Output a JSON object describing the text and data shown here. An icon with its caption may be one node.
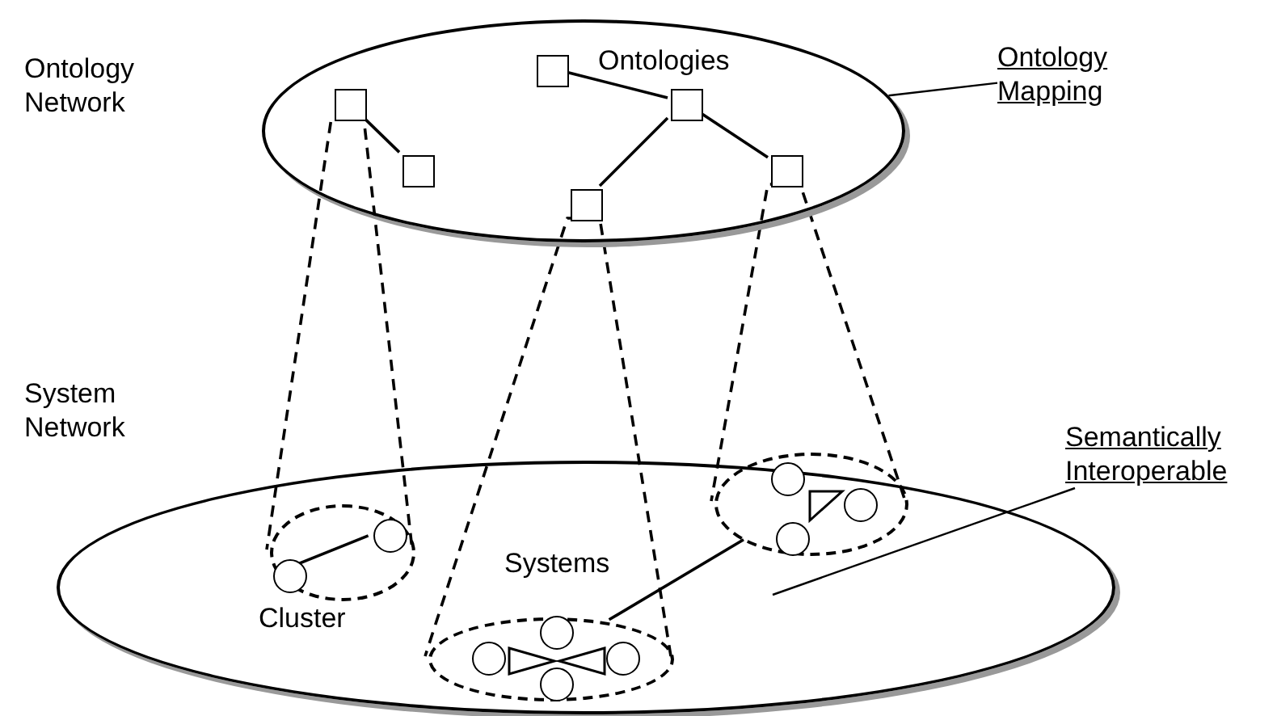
{
  "diagram": {
    "nodes": [
      {
        "text": [
          "Ontologies"
        ]
      },
      {
        "text": [],
        "shape": "box",
        "in": 0
      },
      {
        "text": [],
        "shape": "box",
        "in": 0
      },
      {
        "text": [],
        "shape": "box",
        "in": 0
      },
      {
        "text": [],
        "shape": "box",
        "in": 0
      },
      {
        "text": [],
        "shape": "box",
        "in": 0
      },
      {
        "text": [],
        "shape": "box",
        "in": 0
      },
      {
        "text": [
          "Ontology Mapping"
        ]
      },
      {
        "text": [
          "Systems"
        ]
      },
      {
        "text": [],
        "shape": "ellipse",
        "in": 8
      },
      {
        "text": [],
        "shape": "circle",
        "in": 9
      },
      {
        "text": [],
        "shape": "triangle",
        "in": 9
      },
      {
        "text": [],
        "shape": "circle",
        "in": 9
      },
      {
        "text": [],
        "shape": "circle",
        "in": 9
      },
      {
        "text": [],
        "shape": "ellipse",
        "in": 8,
        "beside": [
          "Cluster"
        ]
      },
      {
        "text": [],
        "shape": "circle",
        "in": 14
      },
      {
        "text": [],
        "shape": "circle",
        "in": 14
      },
      {
        "text": [],
        "shape": "ellipse",
        "in": 8
      },
      {
        "text": [],
        "shape": "circle",
        "in": 17
      },
      {
        "text": [],
        "shape": "circle",
        "in": 17
      },
      {
        "text": [],
        "shape": "triangle",
        "in": 17
      },
      {
        "text": [],
        "shape": "triangle",
        "in": 17
      },
      {
        "text": [],
        "shape": "circle",
        "in": 17
      },
      {
        "text": [],
        "shape": "circle",
        "in": 17
      },
      {
        "text": [
          "Semantically Interoperable"
        ]
      }
    ],
    "edges": [
      {
        "from": 2,
        "to": 4,
        "arrow": "none"
      },
      {
        "from": 1,
        "to": 3,
        "arrow": "none"
      },
      {
        "from": 3,
        "to": 6,
        "arrow": "none"
      },
      {
        "from": 3,
        "to": 5,
        "arrow": "none"
      },
      {
        "from": 2,
        "to": 14,
        "arrow": "none",
        "style": "dashed"
      },
      {
        "from": 6,
        "to": 17,
        "arrow": "none",
        "style": "dashed"
      },
      {
        "from": 5,
        "to": 9,
        "arrow": "none",
        "style": "dashed"
      },
      {
        "from": 7,
        "to": 0,
        "arrow": "none"
      },
      {
        "from": 15,
        "to": 16,
        "arrow": "none"
      },
      {
        "from": 9,
        "to": 17,
        "arrow": "none"
      },
      {
        "from": 24,
        "to": null,
        "arrow": "none"
      }
    ],
    "labels": [
      "Ontology Network",
      "System Network"
    ]
  }
}
